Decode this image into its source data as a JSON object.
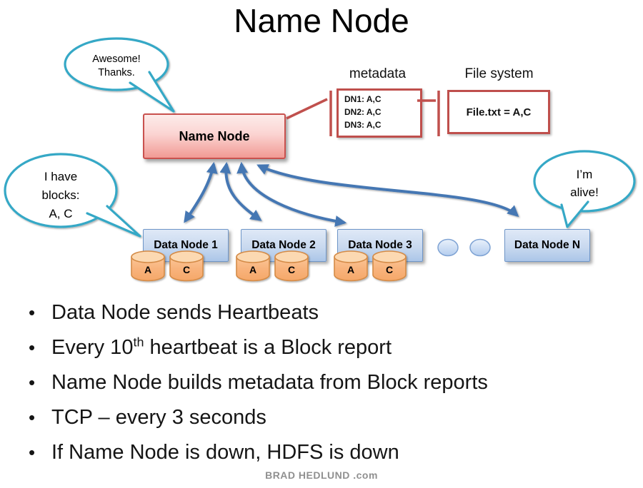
{
  "title": "Name Node",
  "name_node_box": {
    "label": "Name Node"
  },
  "metadata_panel": {
    "label": "metadata",
    "entries": [
      "DN1: A,C",
      "DN2: A,C",
      "DN3: A,C"
    ]
  },
  "file_system_panel": {
    "label": "File system",
    "content": "File.txt = A,C"
  },
  "speech_bubbles": {
    "top": {
      "lines": [
        "Awesome!",
        "Thanks."
      ]
    },
    "left": {
      "lines": [
        "I have",
        "blocks:",
        "A, C"
      ]
    },
    "right": {
      "lines": [
        "I’m",
        "alive!"
      ]
    }
  },
  "data_nodes": [
    {
      "label": "Data Node 1",
      "blocks": [
        "A",
        "C"
      ]
    },
    {
      "label": "Data Node 2",
      "blocks": [
        "A",
        "C"
      ]
    },
    {
      "label": "Data Node 3",
      "blocks": [
        "A",
        "C"
      ]
    },
    {
      "label": "Data Node N",
      "blocks": []
    }
  ],
  "bullets": [
    {
      "text": "Data Node sends Heartbeats"
    },
    {
      "pre": "Every 10",
      "sup": "th",
      "post": " heartbeat is a Block report"
    },
    {
      "text": "Name Node builds metadata from Block reports"
    },
    {
      "text": "TCP – every 3 seconds"
    },
    {
      "text": "If Name Node is down, HDFS is down"
    }
  ],
  "footer": "BRAD HEDLUND .com",
  "colors": {
    "bubble_stroke": "#35a8c6",
    "arrow": "#4577b3",
    "connector_red": "#c0504d",
    "name_node_border": "#c9514e",
    "data_node_border": "#6f96c8",
    "cylinder_border": "#d48b47"
  }
}
